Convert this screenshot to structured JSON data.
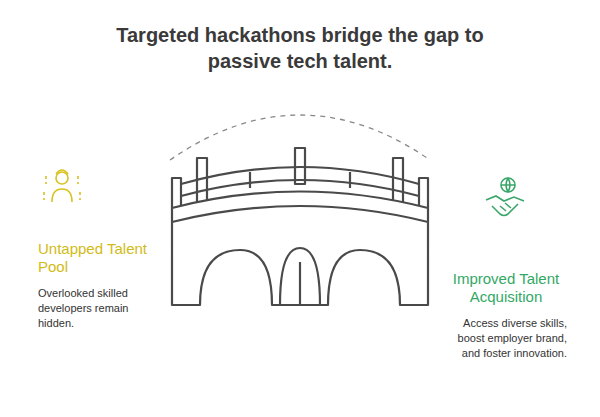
{
  "diagram": {
    "title": "Targeted hackathons bridge the gap to passive tech talent.",
    "nodes": [
      {
        "text": [
          "Untapped Talent Pool",
          "Overlooked skilled developers remain hidden."
        ]
      },
      {
        "text": [
          "Improved Talent Acquisition",
          "Access diverse skills, boost employer brand, and foster innovation."
        ]
      }
    ]
  }
}
